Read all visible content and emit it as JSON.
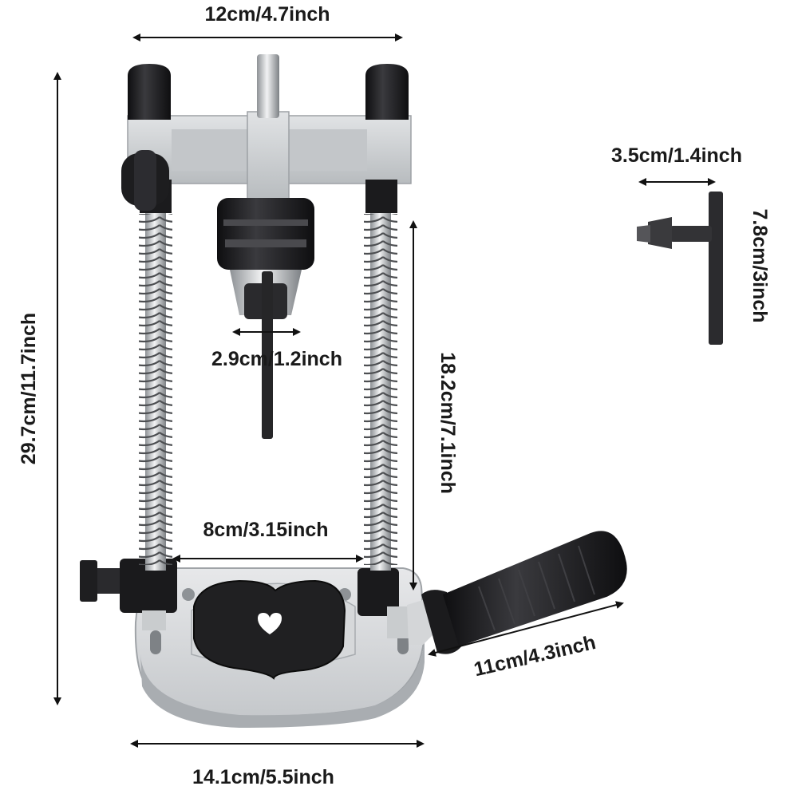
{
  "dimensions": {
    "top_width": "12cm/4.7inch",
    "total_height": "29.7cm/11.7inch",
    "chuck_width": "2.9cm/1.2inch",
    "travel_height": "18.2cm/7.1inch",
    "inner_width": "8cm/3.15inch",
    "handle_length": "11cm/4.3inch",
    "base_width": "14.1cm/5.5inch",
    "key_width": "3.5cm/1.4inch",
    "key_length": "7.8cm/3inch"
  },
  "colors": {
    "metal_light": "#cfd2d4",
    "metal_dark": "#9a9ea2",
    "rubber_black": "#1d1d1f",
    "arrow": "#111111"
  }
}
